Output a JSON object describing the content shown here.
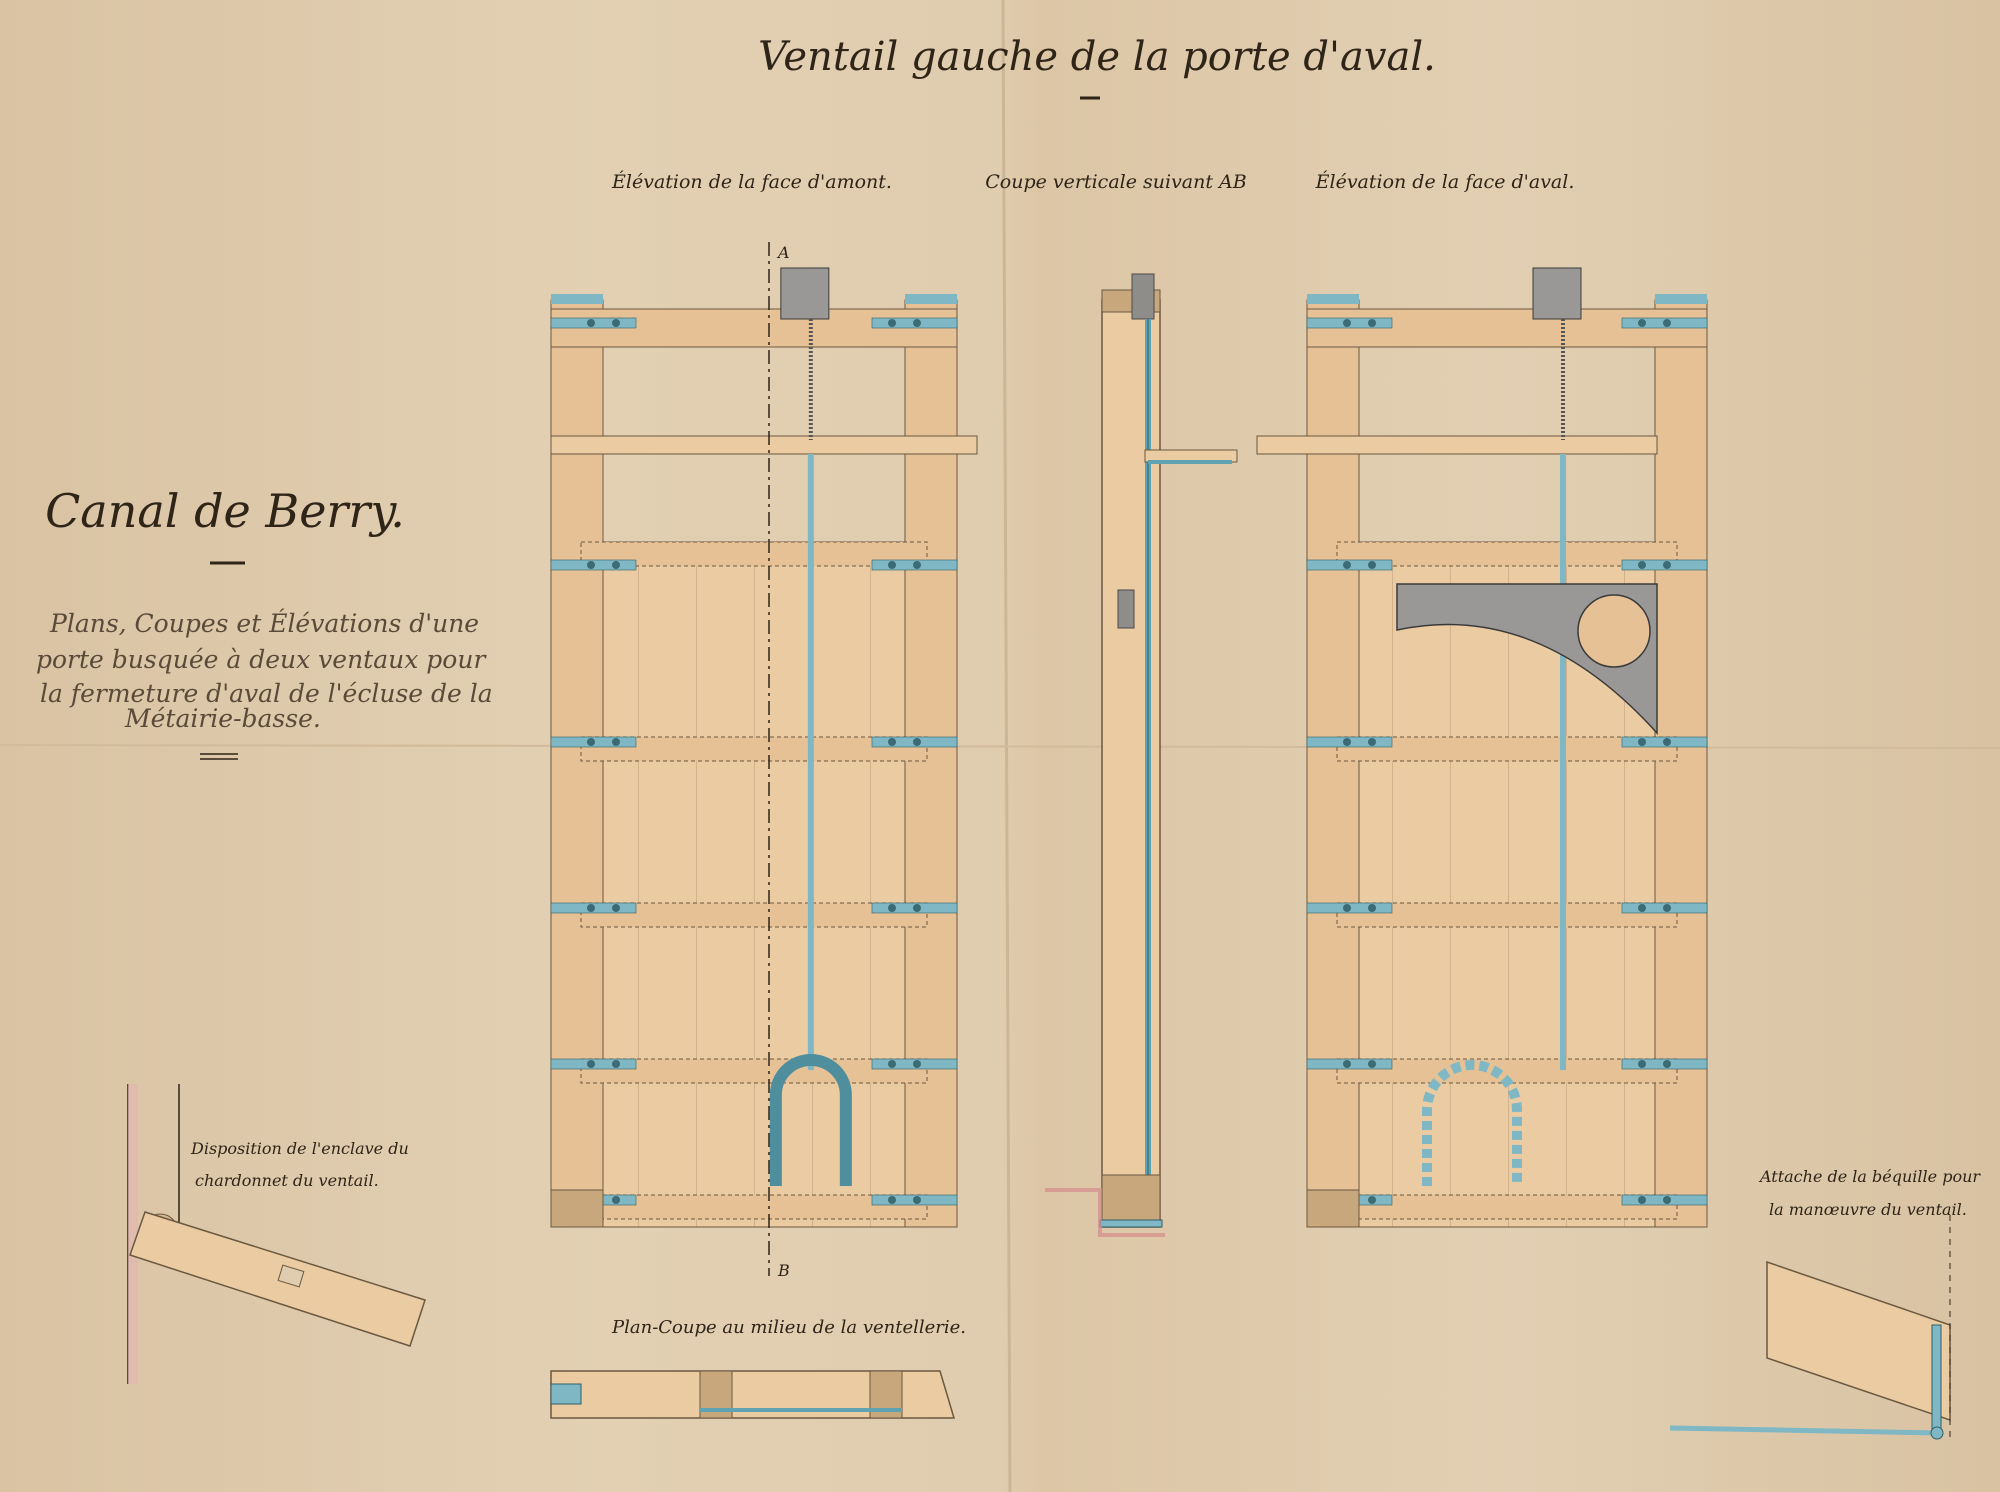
{
  "title": "Ventail gauche de la porte d'aval.",
  "views": {
    "upstream_elevation": "Élévation de la face d'amont.",
    "vertical_section": "Coupe verticale suivant AB",
    "downstream_elevation": "Élévation de la face d'aval."
  },
  "section_marks": {
    "top": "A",
    "bottom": "B"
  },
  "cartouche": {
    "heading": "Canal de Berry.",
    "lines": [
      "Plans, Coupes et Élévations d'une",
      "porte busquée à deux ventaux pour",
      "la fermeture d'aval de l'écluse de la",
      "Métairie-basse."
    ]
  },
  "details": {
    "left": [
      "Disposition de l'enclave du",
      "chardonnet du ventail."
    ],
    "plan": "Plan-Coupe au milieu de la ventellerie.",
    "right": [
      "Attache de la béquille pour",
      "la manœuvre du ventail."
    ]
  },
  "colors": {
    "paper": "#e0ccae",
    "wood": "#e9c9a0",
    "iron_blue": "#7fb8c4",
    "cast_iron_grey": "#9a9896",
    "ink": "#2e2418",
    "dimension_red": "#c0392b"
  }
}
